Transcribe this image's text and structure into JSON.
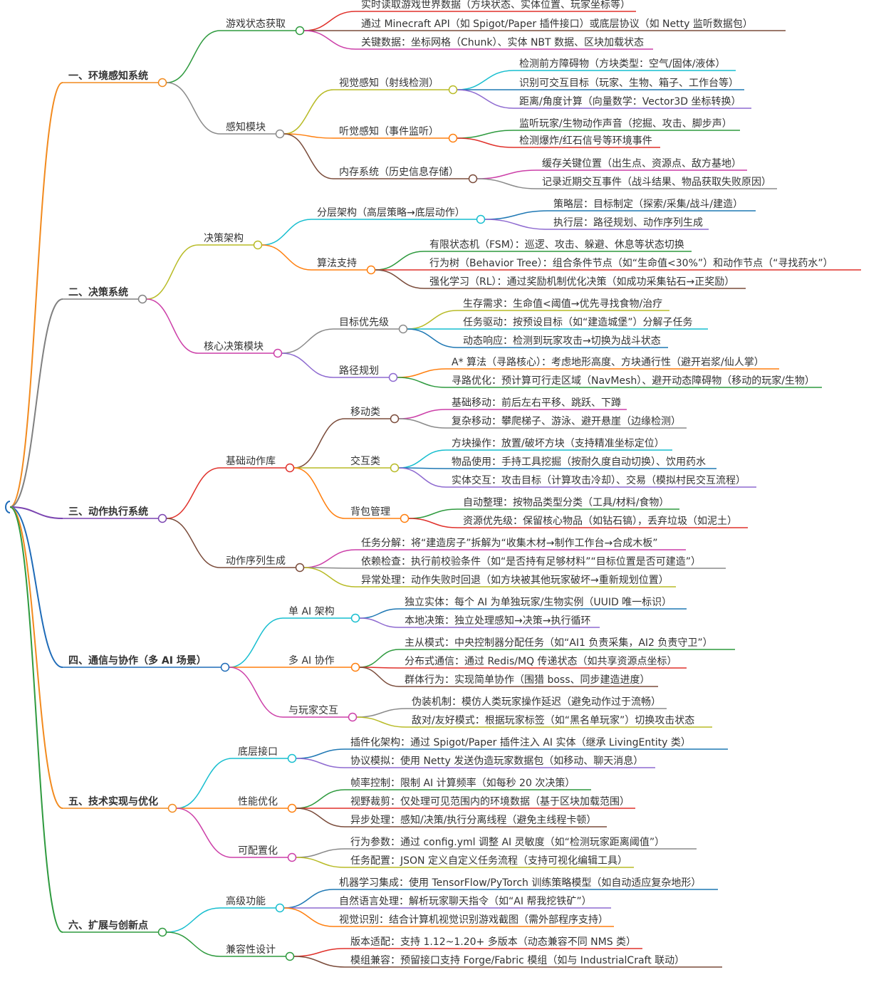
{
  "colors": {
    "level1": [
      "#f28a1e",
      "#808080",
      "#7a44b0",
      "#1e6bb8",
      "#f28a1e",
      "#2e9a3e"
    ],
    "palette": [
      "#2e9a3e",
      "#e0302a",
      "#7a4b3a",
      "#cc3fa8",
      "#8a8a8a",
      "#b8bb26",
      "#17becf",
      "#1f78b4",
      "#8e6ad0",
      "#ff7f0e"
    ],
    "text": "#333333"
  },
  "tree": [
    {
      "label": "一、环境感知系统",
      "children": [
        {
          "label": "游戏状态获取",
          "children": [
            {
              "label": "实时读取游戏世界数据（方块状态、实体位置、玩家坐标等）"
            },
            {
              "label": "通过 Minecraft API（如 Spigot/Paper 插件接口）或底层协议（如 Netty 监听数据包）"
            },
            {
              "label": "关键数据：坐标网格（Chunk）、实体 NBT 数据、区块加载状态"
            }
          ]
        },
        {
          "label": "感知模块",
          "children": [
            {
              "label": "视觉感知（射线检测）",
              "children": [
                {
                  "label": "检测前方障碍物（方块类型：空气/固体/液体）"
                },
                {
                  "label": "识别可交互目标（玩家、生物、箱子、工作台等）"
                },
                {
                  "label": "距离/角度计算（向量数学：Vector3D 坐标转换）"
                }
              ]
            },
            {
              "label": "听觉感知（事件监听）",
              "children": [
                {
                  "label": "监听玩家/生物动作声音（挖掘、攻击、脚步声）"
                },
                {
                  "label": "检测爆炸/红石信号等环境事件"
                }
              ]
            },
            {
              "label": "内存系统（历史信息存储）",
              "children": [
                {
                  "label": "缓存关键位置（出生点、资源点、敌方基地）"
                },
                {
                  "label": "记录近期交互事件（战斗结果、物品获取失败原因）"
                }
              ]
            }
          ]
        }
      ]
    },
    {
      "label": "二、决策系统",
      "children": [
        {
          "label": "决策架构",
          "children": [
            {
              "label": "分层架构（高层策略→底层动作）",
              "children": [
                {
                  "label": "策略层：目标制定（探索/采集/战斗/建造）"
                },
                {
                  "label": "执行层：路径规划、动作序列生成"
                }
              ]
            },
            {
              "label": "算法支持",
              "children": [
                {
                  "label": "有限状态机（FSM）：巡逻、攻击、躲避、休息等状态切换"
                },
                {
                  "label": "行为树（Behavior Tree）：组合条件节点（如“生命值<30%”）和动作节点（“寻找药水”）"
                },
                {
                  "label": "强化学习（RL）：通过奖励机制优化决策（如成功采集钻石→正奖励）"
                }
              ]
            }
          ]
        },
        {
          "label": "核心决策模块",
          "children": [
            {
              "label": "目标优先级",
              "children": [
                {
                  "label": "生存需求：生命值<阈值→优先寻找食物/治疗"
                },
                {
                  "label": "任务驱动：按预设目标（如“建造城堡”）分解子任务"
                },
                {
                  "label": "动态响应：检测到玩家攻击→切换为战斗状态"
                }
              ]
            },
            {
              "label": "路径规划",
              "children": [
                {
                  "label": "A* 算法（寻路核心）：考虑地形高度、方块通行性（避开岩浆/仙人掌）"
                },
                {
                  "label": "寻路优化：预计算可行走区域（NavMesh）、避开动态障碍物（移动的玩家/生物）"
                }
              ]
            }
          ]
        }
      ]
    },
    {
      "label": "三、动作执行系统",
      "children": [
        {
          "label": "基础动作库",
          "children": [
            {
              "label": "移动类",
              "children": [
                {
                  "label": "基础移动：前后左右平移、跳跃、下蹲"
                },
                {
                  "label": "复杂移动：攀爬梯子、游泳、避开悬崖（边缘检测）"
                }
              ]
            },
            {
              "label": "交互类",
              "children": [
                {
                  "label": "方块操作：放置/破坏方块（支持精准坐标定位）"
                },
                {
                  "label": "物品使用：手持工具挖掘（按耐久度自动切换）、饮用药水"
                },
                {
                  "label": "实体交互：攻击目标（计算攻击冷却）、交易（模拟村民交互流程）"
                }
              ]
            },
            {
              "label": "背包管理",
              "children": [
                {
                  "label": "自动整理：按物品类型分类（工具/材料/食物）"
                },
                {
                  "label": "资源优先级：保留核心物品（如钻石镐），丢弃垃圾（如泥土）"
                }
              ]
            }
          ]
        },
        {
          "label": "动作序列生成",
          "children": [
            {
              "label": "任务分解：将“建造房子”拆解为“收集木材→制作工作台→合成木板”"
            },
            {
              "label": "依赖检查：执行前校验条件（如“是否持有足够材料”“目标位置是否可建造”）"
            },
            {
              "label": "异常处理：动作失败时回退（如方块被其他玩家破坏→重新规划位置）"
            }
          ]
        }
      ]
    },
    {
      "label": "四、通信与协作（多 AI 场景）",
      "children": [
        {
          "label": "单 AI 架构",
          "children": [
            {
              "label": "独立实体：每个 AI 为单独玩家/生物实例（UUID 唯一标识）"
            },
            {
              "label": "本地决策：独立处理感知→决策→执行循环"
            }
          ]
        },
        {
          "label": "多 AI 协作",
          "children": [
            {
              "label": "主从模式：中央控制器分配任务（如“AI1 负责采集，AI2 负责守卫”）"
            },
            {
              "label": "分布式通信：通过 Redis/MQ 传递状态（如共享资源点坐标）"
            },
            {
              "label": "群体行为：实现简单协作（围猎 boss、同步建造进度）"
            }
          ]
        },
        {
          "label": "与玩家交互",
          "children": [
            {
              "label": "伪装机制：模仿人类玩家操作延迟（避免动作过于流畅）"
            },
            {
              "label": "敌对/友好模式：根据玩家标签（如“黑名单玩家”）切换攻击状态"
            }
          ]
        }
      ]
    },
    {
      "label": "五、技术实现与优化",
      "children": [
        {
          "label": "底层接口",
          "children": [
            {
              "label": "插件化架构：通过 Spigot/Paper 插件注入 AI 实体（继承 LivingEntity 类）"
            },
            {
              "label": "协议模拟：使用 Netty 发送伪造玩家数据包（如移动、聊天消息）"
            }
          ]
        },
        {
          "label": "性能优化",
          "children": [
            {
              "label": "帧率控制：限制 AI 计算频率（如每秒 20 次决策）"
            },
            {
              "label": "视野裁剪：仅处理可见范围内的环境数据（基于区块加载范围）"
            },
            {
              "label": "异步处理：感知/决策/执行分离线程（避免主线程卡顿）"
            }
          ]
        },
        {
          "label": "可配置化",
          "children": [
            {
              "label": "行为参数：通过 config.yml 调整 AI 灵敏度（如“检测玩家距离阈值”）"
            },
            {
              "label": "任务配置：JSON 定义自定义任务流程（支持可视化编辑工具）"
            }
          ]
        }
      ]
    },
    {
      "label": "六、扩展与创新点",
      "children": [
        {
          "label": "高级功能",
          "children": [
            {
              "label": "机器学习集成：使用 TensorFlow/PyTorch 训练策略模型（如自动适应复杂地形）"
            },
            {
              "label": "自然语言处理：解析玩家聊天指令（如“AI 帮我挖铁矿”）"
            },
            {
              "label": "视觉识别：结合计算机视觉识别游戏截图（需外部程序支持）"
            }
          ]
        },
        {
          "label": "兼容性设计",
          "children": [
            {
              "label": "版本适配：支持 1.12~1.20+ 多版本（动态兼容不同 NMS 类）"
            },
            {
              "label": "模组兼容：预留接口支持 Forge/Fabric 模组（如与 IndustrialCraft 联动）"
            }
          ]
        }
      ]
    }
  ]
}
